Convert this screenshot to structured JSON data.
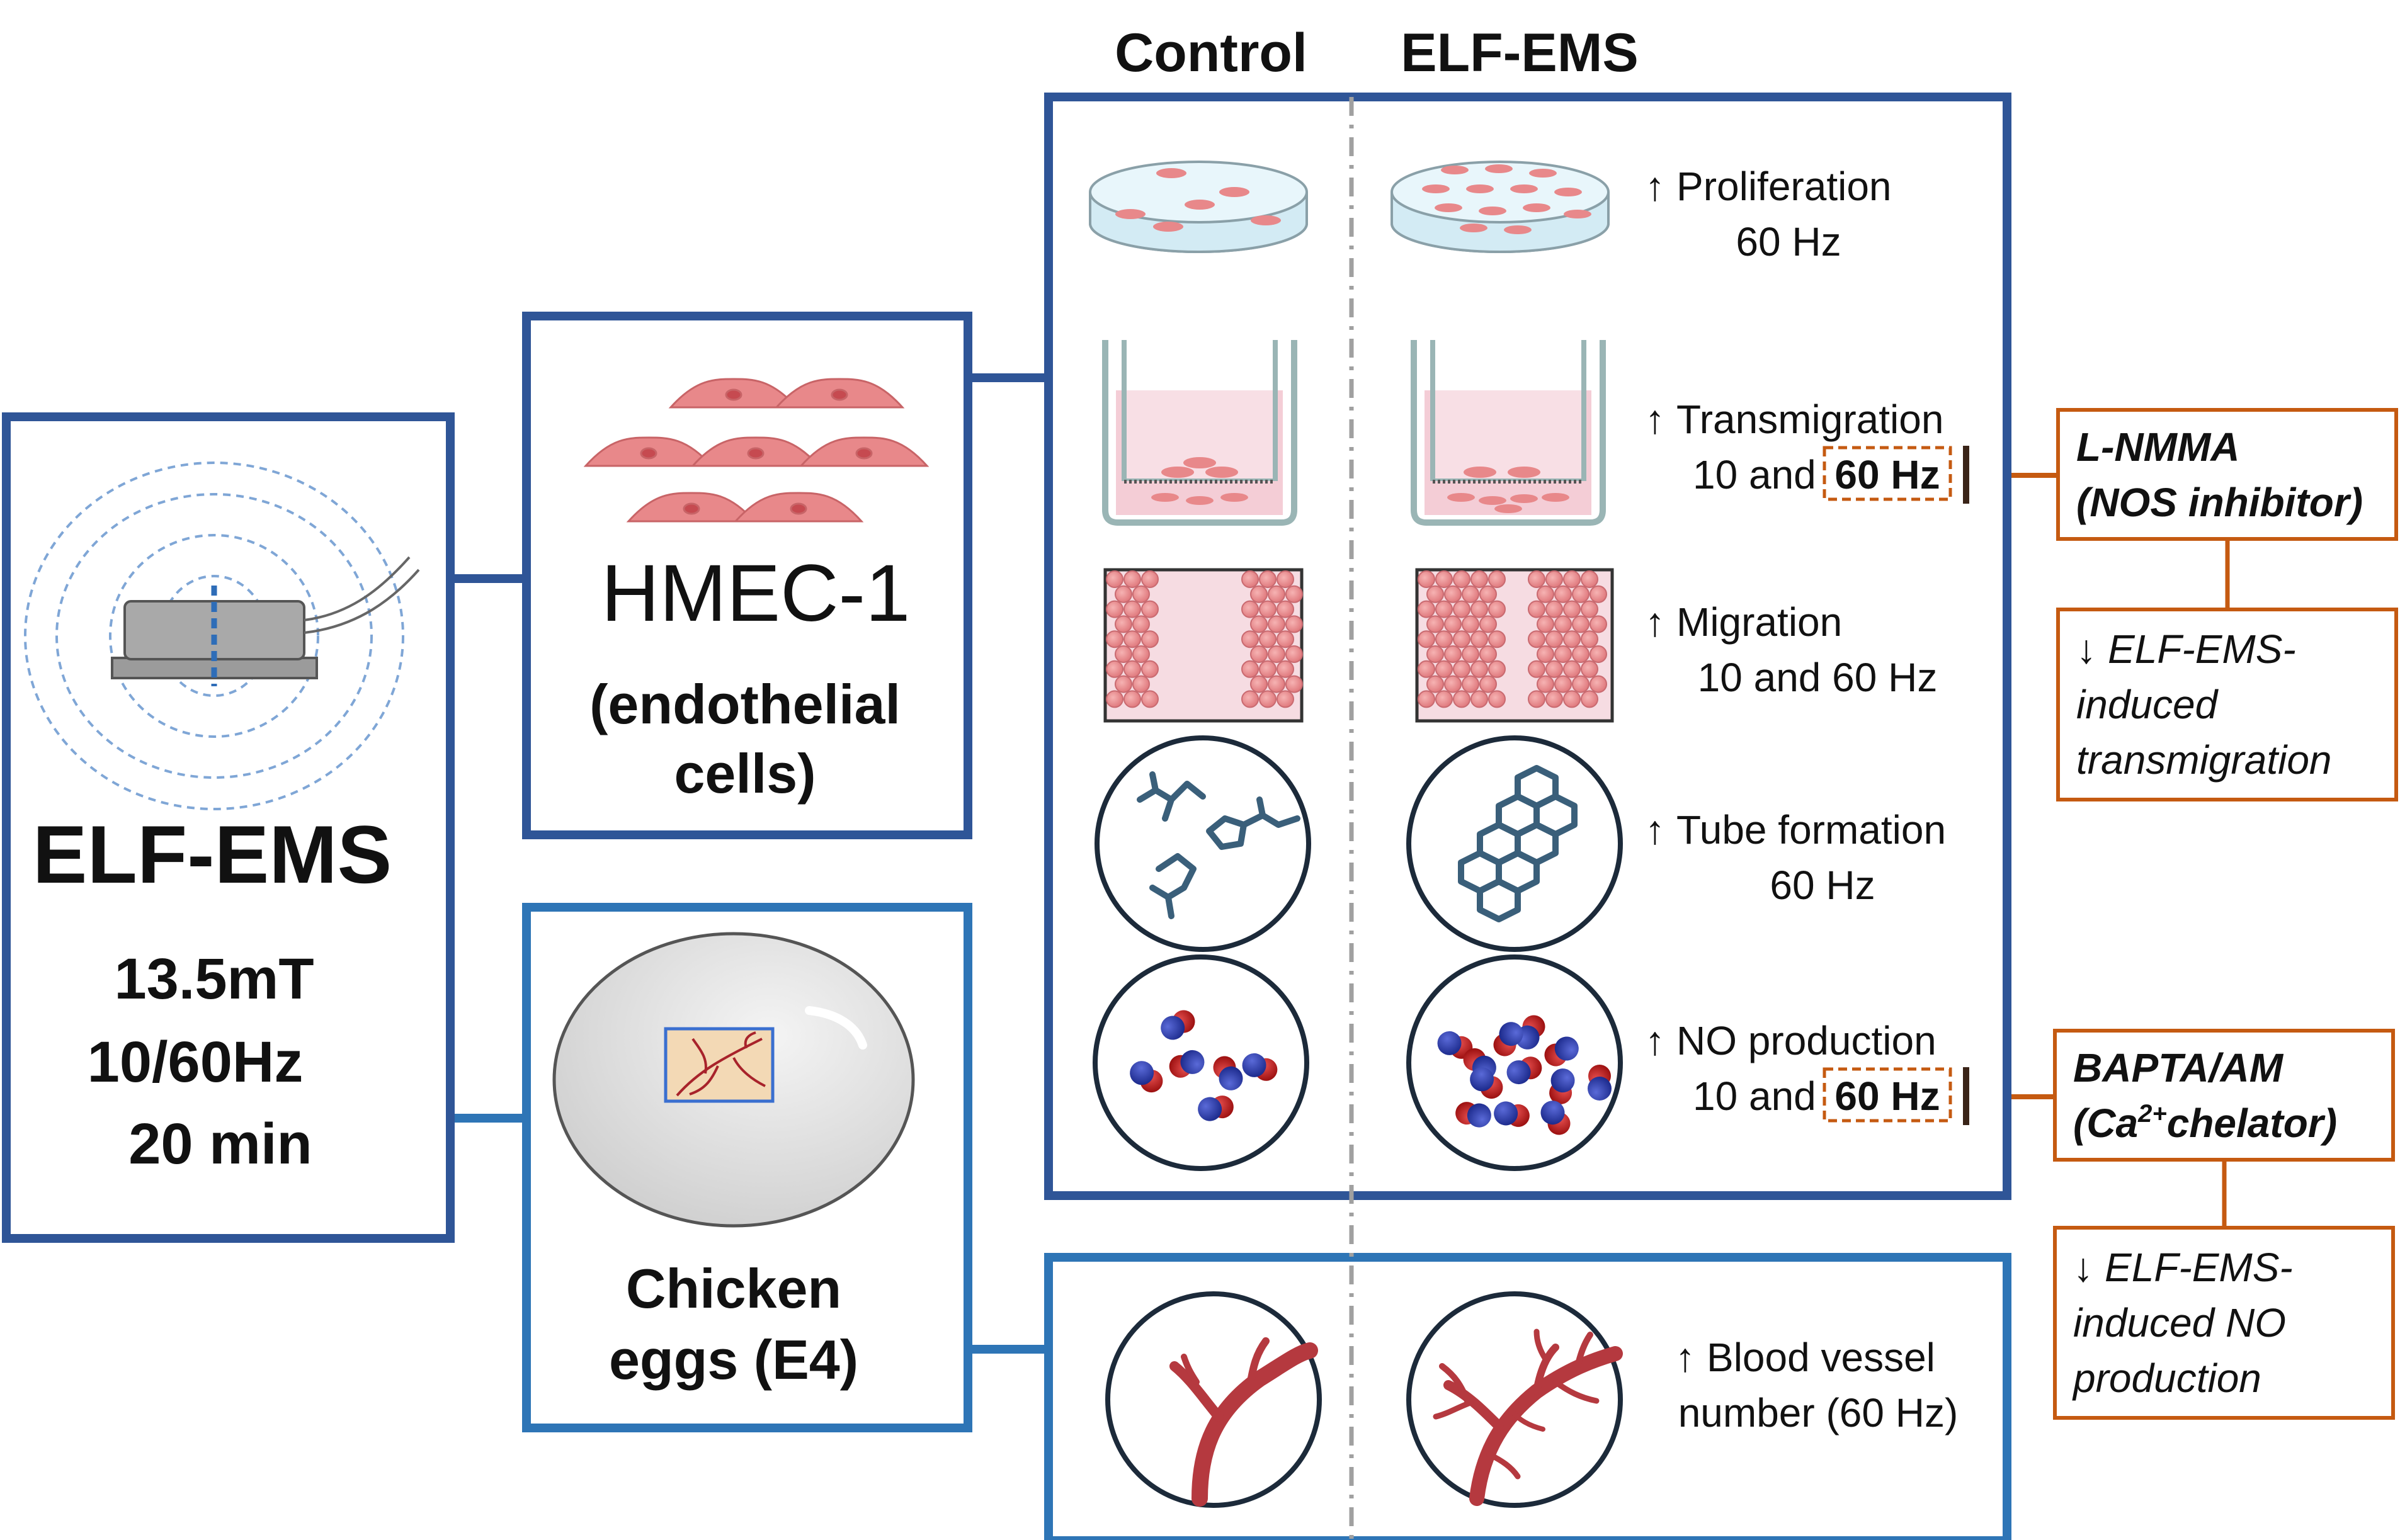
{
  "columns": {
    "control": "Control",
    "elf_ems": "ELF-EMS"
  },
  "stimulus": {
    "title": "ELF-EMS",
    "intensity": "13.5mT",
    "frequency": "10/60Hz",
    "duration": "20 min"
  },
  "hmec": {
    "name": "HMEC-1",
    "desc_line1": "(endothelial",
    "desc_line2": "cells)"
  },
  "eggs": {
    "line1": "Chicken",
    "line2": "eggs (E4)"
  },
  "results": [
    {
      "arrow": "↑",
      "label": "Proliferation",
      "detail": "60 Hz"
    },
    {
      "arrow": "↑",
      "label": "Transmigration",
      "detail_prefix": "10 and",
      "detail_highlight": "60 Hz"
    },
    {
      "arrow": "↑",
      "label": "Migration",
      "detail": "10 and 60 Hz"
    },
    {
      "arrow": "↑",
      "label": "Tube formation",
      "detail": "60 Hz"
    },
    {
      "arrow": "↑",
      "label": "NO production",
      "detail_prefix": "10 and",
      "detail_highlight": "60 Hz"
    }
  ],
  "vessel": {
    "arrow": "↑",
    "line1": "Blood vessel",
    "line2": "number (60 Hz)"
  },
  "inhibitors": [
    {
      "line1": "L-NMMA",
      "line2": "(NOS inhibitor)",
      "effect_arrow": "↓",
      "effect_line1": "ELF-EMS-",
      "effect_line2": "induced",
      "effect_line3": "transmigration"
    },
    {
      "line1": "BAPTA/AM",
      "line2_pre": "(Ca",
      "line2_sup": "2+",
      "line2_post": "chelator)",
      "effect_arrow": "↓",
      "effect_line1": "ELF-EMS-",
      "effect_line2": "induced NO",
      "effect_line3": "production"
    }
  ],
  "colors": {
    "dark_blue": "#2F5597",
    "light_blue": "#2E75B6",
    "orange": "#C55A11",
    "cell_pink": "#E8888A",
    "vessel_red": "#B5393F",
    "molecule_blue": "#3A5F7A"
  }
}
